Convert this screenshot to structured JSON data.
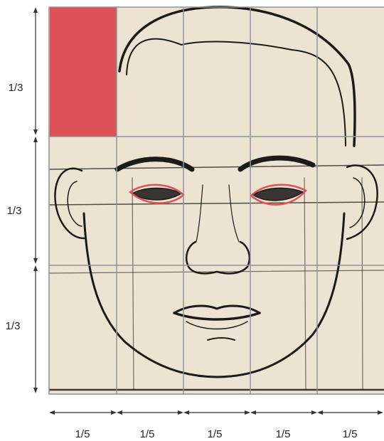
{
  "vertical_labels": [
    "1/3",
    "1/3",
    "1/3"
  ],
  "horizontal_labels": [
    "1/5",
    "1/5",
    "1/5",
    "1/5",
    "1/5"
  ],
  "colors": {
    "paper": "#ece3d2",
    "grid": "#8f9398",
    "highlight": "#de5257",
    "ink": "#1d1b19",
    "arrow": "#333333"
  }
}
